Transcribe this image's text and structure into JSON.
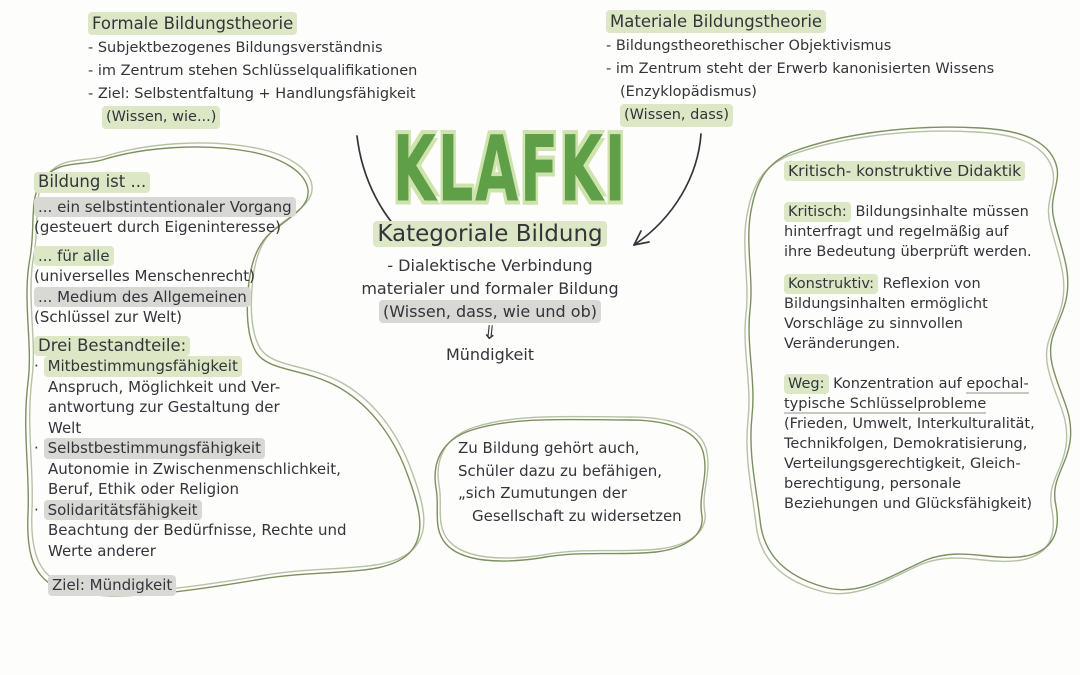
{
  "palette": {
    "paper": "#fdfdfb",
    "ink": "#34343a",
    "green": "#5f9f48",
    "halo": "#cfe3ad",
    "hl-green": "#dce8c5",
    "hl-gray": "#d8d9d4",
    "blob": "#7d9060"
  },
  "top_left": {
    "title": "Formale Bildungstheorie",
    "items": [
      "- Subjektbezogenes Bildungsverständnis",
      "- im Zentrum stehen Schlüsselqualifikationen",
      "- Ziel: Selbstentfaltung + Handlungsfähigkeit"
    ],
    "note": "(Wissen, wie...)"
  },
  "top_right": {
    "title": "Materiale Bildungstheorie",
    "items": [
      "- Bildungstheorethischer Objektivismus",
      "- im Zentrum steht der Erwerb kanonisierten Wissens"
    ],
    "sub": "(Enzyklopädismus)",
    "note": "(Wissen, dass)"
  },
  "center": {
    "title": "KLAFKI",
    "heading": "Kategoriale Bildung",
    "line1": "- Dialektische Verbindung",
    "line2": "materialer und formaler Bildung",
    "line3": "(Wissen, dass, wie und ob)",
    "down_arrow": "⇓",
    "result": "Mündigkeit"
  },
  "left_blob": {
    "intro_title": "Bildung ist ...",
    "intro": [
      {
        "main": "... ein selbstintentionaler Vorgang",
        "sub": "(gesteuert durch Eigeninteresse)"
      },
      {
        "main": "... für alle",
        "sub": "(universelles Menschenrecht)"
      },
      {
        "main": "... Medium des Allgemeinen",
        "sub": "(Schlüssel zur Welt)"
      }
    ],
    "parts_title": "Drei Bestandteile:",
    "bullet": "·",
    "parts": [
      {
        "term": "Mitbestimmungsfähigkeit",
        "desc": [
          "Anspruch, Möglichkeit und Ver-",
          "antwortung zur Gestaltung der",
          "Welt"
        ]
      },
      {
        "term": "Selbstbestimmungsfähigkeit",
        "desc": [
          "Autonomie in Zwischenmenschlichkeit,",
          "Beruf, Ethik oder Religion"
        ]
      },
      {
        "term": "Solidaritätsfähigkeit",
        "desc": [
          "Beachtung der Bedürfnisse, Rechte und",
          "Werte anderer"
        ]
      }
    ],
    "goal": "Ziel: Mündigkeit"
  },
  "right_blob": {
    "title": "Kritisch- konstruktive Didaktik",
    "kritisch": {
      "label": "Kritisch:",
      "first": "Bildungsinhalte müssen",
      "rest": [
        "hinterfragt und regelmäßig auf",
        "ihre Bedeutung überprüft werden."
      ]
    },
    "konstruktiv": {
      "label": "Konstruktiv:",
      "first": "Reflexion von",
      "rest": [
        "Bildungsinhalten ermöglicht",
        "Vorschläge zu sinnvollen",
        "Veränderungen."
      ]
    },
    "weg": {
      "label": "Weg:",
      "intro": "Konzentration auf ",
      "keyword_part1": "epochal-",
      "keyword_part2": "typische Schlüsselprobleme",
      "examples": [
        "(Frieden, Umwelt, Interkulturalität,",
        "Technikfolgen, Demokratisierung,",
        "Verteilungsgerechtigkeit, Gleich-",
        "berechtigung, personale",
        "Beziehungen und Glücksfähigkeit)"
      ]
    }
  },
  "quote_blob": {
    "lines": [
      "Zu Bildung gehört auch,",
      "Schüler dazu zu befähigen,",
      "„sich Zumutungen der",
      "Gesellschaft zu widersetzen"
    ]
  }
}
